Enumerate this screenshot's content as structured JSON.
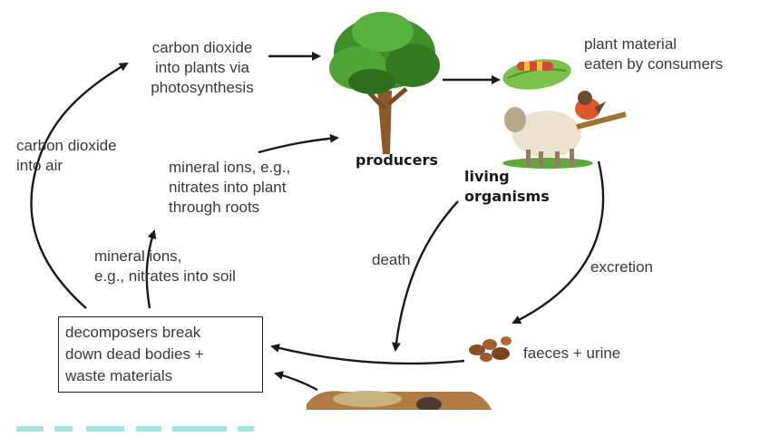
{
  "diagram": {
    "labels": {
      "co2_into_plants": "carbon dioxide\ninto plants via\nphotosynthesis",
      "plant_material": "plant material\neaten by consumers",
      "co2_into_air": "carbon dioxide\ninto air",
      "mineral_ions_roots": "mineral ions, e.g.,\nnitrates into plant\nthrough roots",
      "producers": "producers",
      "living_organisms": "living\norganisms",
      "mineral_ions_soil": "mineral ions,\ne.g., nitrates into soil",
      "death": "death",
      "excretion": "excretion",
      "decomposers": "decomposers break\ndown dead bodies +\nwaste materials",
      "faeces": "faeces + urine"
    },
    "colors": {
      "arrow": "#1a1a1a",
      "text": "#3a3a3a",
      "tree_foliage": "#3f8f2a",
      "trunk": "#8a5a2b",
      "soil": "#b07a44",
      "grass": "#5fa83a",
      "caption_teal": "#3fb6b0"
    },
    "icons": [
      "tree-icon",
      "caterpillar-on-leaf-icon",
      "sheep-icon",
      "robin-bird-icon",
      "faeces-icon",
      "soil-with-dead-animals-icon"
    ]
  }
}
